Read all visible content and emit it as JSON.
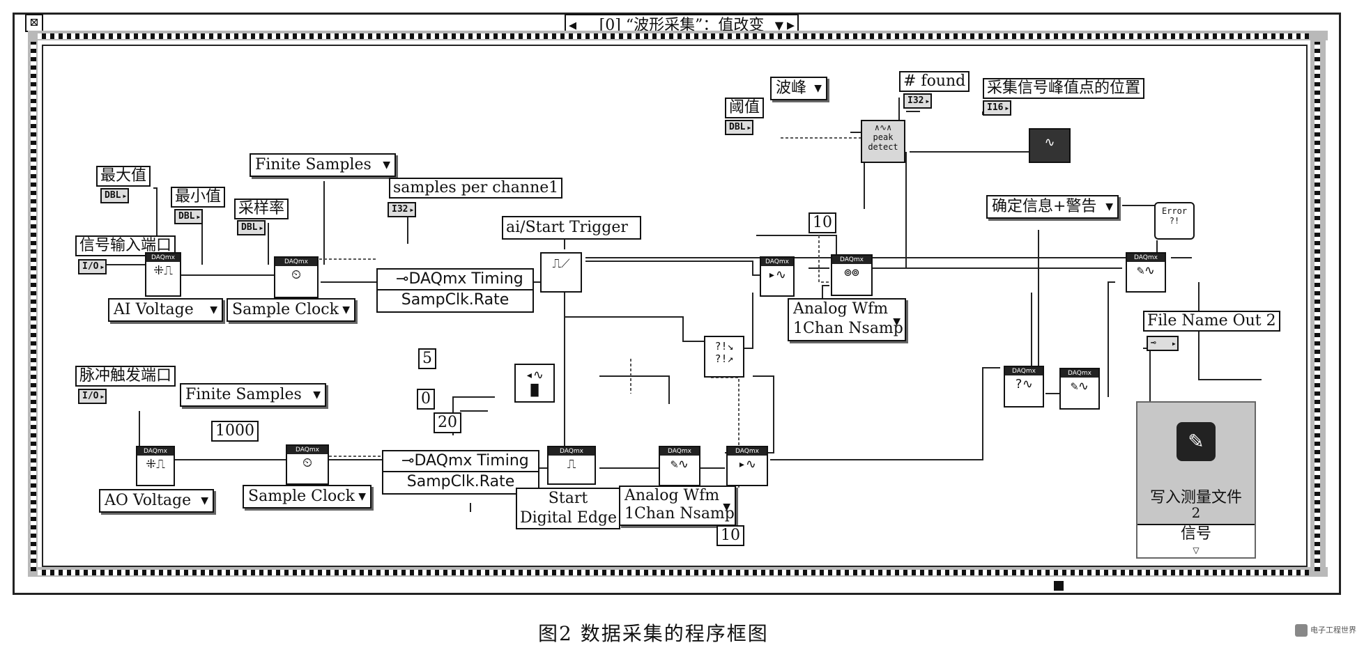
{
  "case_selector": {
    "label": "[0] “波形采集”：值改变"
  },
  "controls": {
    "max_value": {
      "label": "最大值",
      "type": "DBL"
    },
    "min_value": {
      "label": "最小值",
      "type": "DBL"
    },
    "sample_rate": {
      "label": "采样率",
      "type": "DBL"
    },
    "signal_input_port": {
      "label": "信号输入端口",
      "type": "I/O"
    },
    "samples_per_channel": {
      "label": "samples per channe1",
      "type": "I32"
    },
    "pulse_trigger_port": {
      "label": "脉冲触发端口",
      "type": "I/O"
    },
    "threshold": {
      "label": "阈值",
      "type": "DBL"
    },
    "peaks_found": {
      "label": "# found",
      "type": "I32"
    },
    "peak_positions": {
      "label": "采集信号峰值点的位置",
      "type": "I16"
    },
    "file_name_out": {
      "label": "File Name Out 2"
    }
  },
  "dropdowns": {
    "finite_samples_top": "Finite Samples",
    "finite_samples_bottom": "Finite Samples",
    "ai_voltage": "AI Voltage",
    "ao_voltage": "AO Voltage",
    "sample_clock_top": "Sample Clock",
    "sample_clock_bottom": "Sample Clock",
    "peak_type": "波峰",
    "error_dialog": "确定信息+警告"
  },
  "property_nodes": {
    "top": {
      "title": "DAQmx Timing",
      "row": "SampClk.Rate"
    },
    "bottom": {
      "title": "DAQmx Timing",
      "row": "SampClk.Rate"
    }
  },
  "constants": {
    "trigger_source": "ai/Start Trigger",
    "c_10_top": "10",
    "c_5": "5",
    "c_0": "0",
    "c_20": "20",
    "c_1000": "1000",
    "c_10_bottom": "10"
  },
  "polymorphic": {
    "read_ai": [
      "Analog Wfm",
      "1Chan Nsamp"
    ],
    "write_ao": [
      "Analog Wfm",
      "1Chan Nsamp"
    ],
    "trigger_type": [
      "Start",
      "Digital Edge"
    ]
  },
  "express_vi": {
    "title": "写入测量文件",
    "sub": "2",
    "input": "信号"
  },
  "node_labels": {
    "daqmx": "DAQmx",
    "peak_detect": "peak detect",
    "error": "Error ?!"
  },
  "caption": "图2   数据采集的程序框图",
  "watermark": "电子工程世界"
}
